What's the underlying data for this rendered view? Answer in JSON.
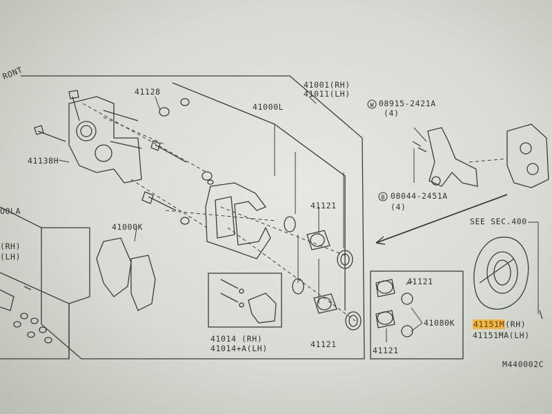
{
  "labels": {
    "front": "RONT",
    "p41128": "41128",
    "p41001": "41001(RH)",
    "p41011": "41011(LH)",
    "p41000L": "41000L",
    "p41138H": "41138H",
    "p41000LA": "OOLA",
    "p41000K": "41000K",
    "p41121_upper": "41121",
    "rh_left": "(RH)",
    "lh_left": "(LH)",
    "bolt1_part": "08915-2421A",
    "bolt1_qty": "(4)",
    "bolt2_part": "08044-2451A",
    "bolt2_qty": "(4)",
    "see_sec": "SEE SEC.400",
    "p41014": "41014  (RH)",
    "p41014A": "41014+A(LH)",
    "p41121_lower": "41121",
    "p41121_kit_top": "41121",
    "p41080K": "41080K",
    "p41121_kit_bottom": "41121",
    "p41151M_part": "41151M",
    "p41151M_side": "(RH)",
    "p41151MA": "41151MA(LH)",
    "figure_code": "M440002C"
  },
  "circle_prefixes": [
    "W",
    "B"
  ],
  "colors": {
    "line": "#3a3d38",
    "highlight": "#f2b43a",
    "background": "#dfe2da"
  }
}
